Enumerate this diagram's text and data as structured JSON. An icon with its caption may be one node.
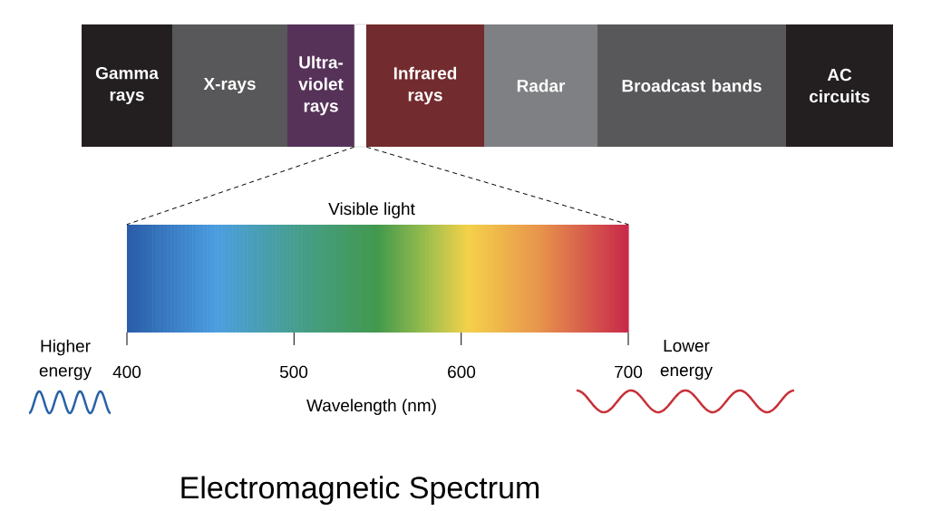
{
  "diagram": {
    "title": "Electromagnetic Spectrum",
    "nodes": [
      {
        "text": [
          "Gamma rays"
        ]
      },
      {
        "text": [
          "X-rays"
        ]
      },
      {
        "text": [
          "Ultra-violet rays"
        ]
      },
      {
        "text": [],
        "shape": "box"
      },
      {
        "text": [
          "Infrared rays"
        ]
      },
      {
        "text": [
          "Radar"
        ]
      },
      {
        "text": [
          "Broadcast bands"
        ]
      },
      {
        "text": [
          "AC circuits"
        ]
      },
      {
        "text": [
          "Visible light"
        ]
      }
    ],
    "edges": [
      {
        "from": 3,
        "to": 8,
        "arrow": "none",
        "style": "dashed"
      },
      {
        "from": 3,
        "to": 8,
        "arrow": "none",
        "style": "dashed"
      }
    ],
    "labels": [
      "Higher energy",
      "400",
      "500",
      "600",
      "700",
      "Lower energy",
      "Wavelength (nm)"
    ]
  }
}
